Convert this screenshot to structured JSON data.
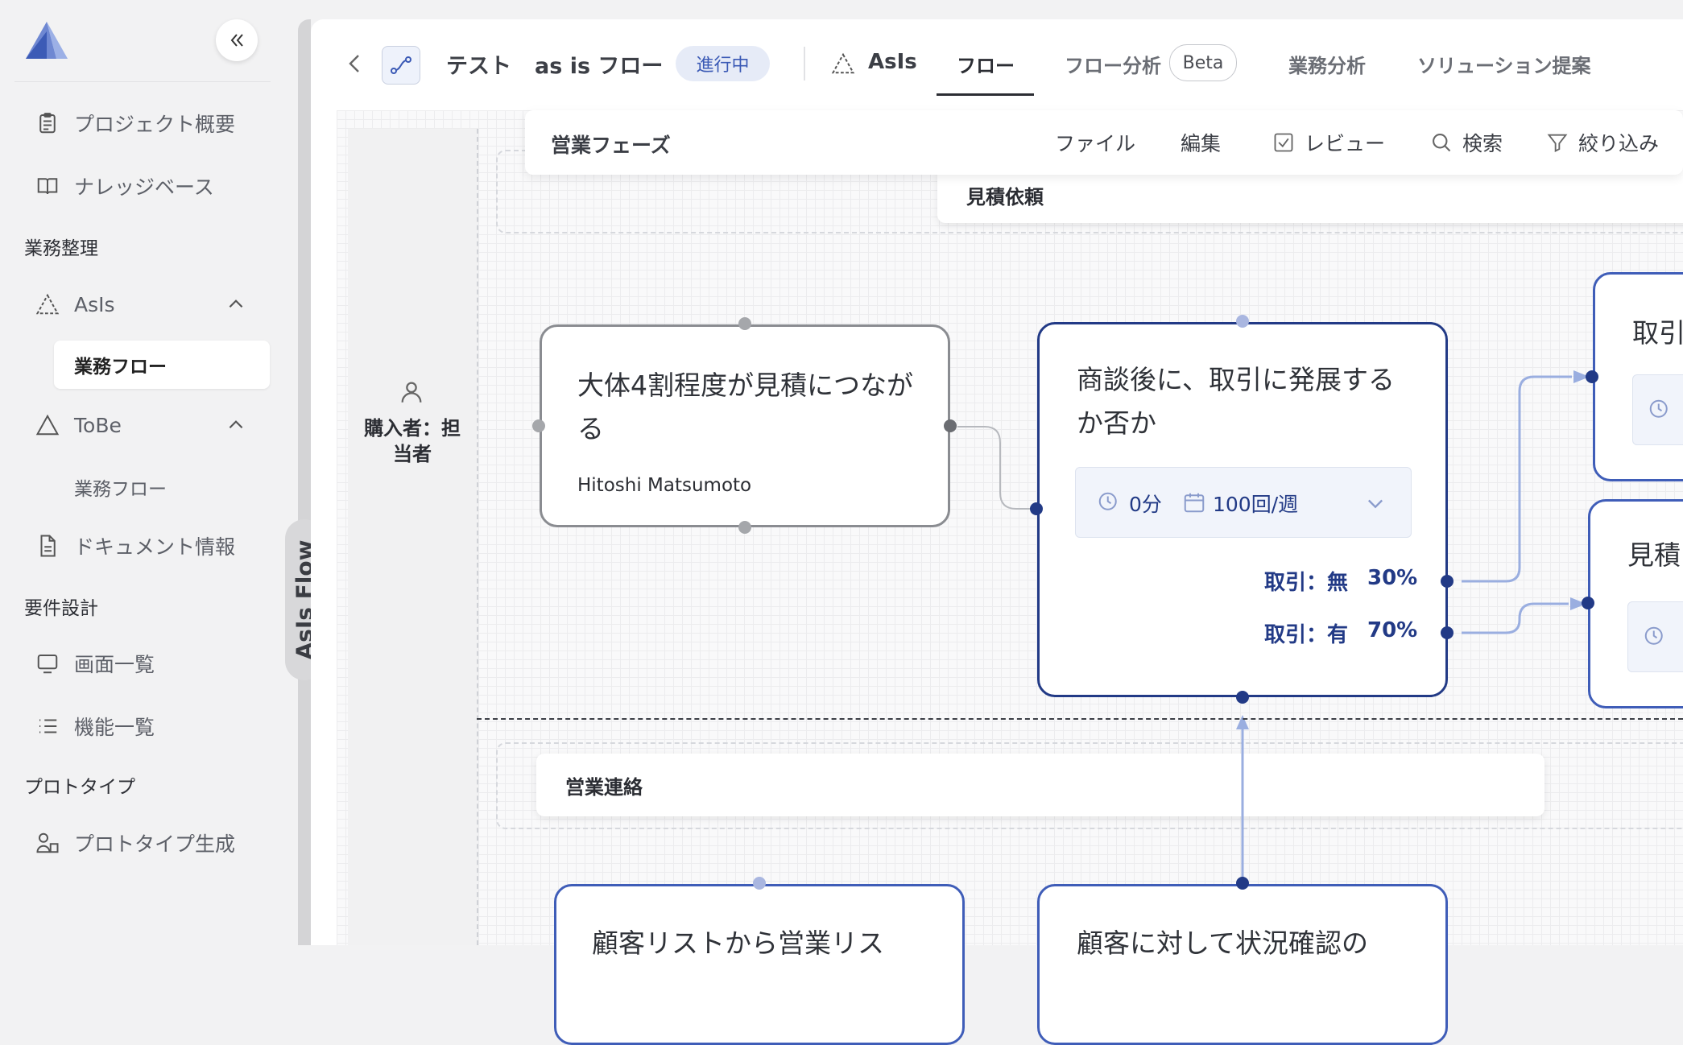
{
  "sidebar": {
    "items": [
      {
        "label": "プロジェクト概要",
        "icon": "clipboard-icon"
      },
      {
        "label": "ナレッジベース",
        "icon": "book-icon"
      }
    ],
    "sections": {
      "gyomu": "業務整理",
      "yoken": "要件設計",
      "proto": "プロトタイプ"
    },
    "asis": {
      "label": "AsIs",
      "sub": "業務フロー"
    },
    "tobe": {
      "label": "ToBe",
      "sub": "業務フロー"
    },
    "document": "ドキュメント情報",
    "screens": "画面一覧",
    "functions": "機能一覧",
    "prototype_gen": "プロトタイプ生成"
  },
  "side_panel_tab": "AsIs Flow",
  "header": {
    "project": "テスト",
    "flow_name": "as is フロー",
    "status": "進行中",
    "asis_label": "AsIs",
    "tabs": [
      "フロー",
      "フロー分析",
      "業務分析",
      "ソリューション提案"
    ],
    "beta": "Beta",
    "active_tab": "フロー"
  },
  "toolbar": {
    "phase": "営業フェーズ",
    "file": "ファイル",
    "edit": "編集",
    "review": "レビュー",
    "search": "検索",
    "filter": "絞り込み"
  },
  "phases": {
    "estimate_request": "見積依頼",
    "sales_contact": "営業連絡"
  },
  "lane": {
    "role": "購入者：担当者"
  },
  "cards": {
    "c1": {
      "title": "大体4割程度が見積につながる",
      "person": "Hitoshi Matsumoto"
    },
    "c2": {
      "title": "商談後に、取引に発展するか否か",
      "time": "0分",
      "frequency": "100回/週",
      "branches": [
        {
          "label": "取引：無",
          "pct": "30%"
        },
        {
          "label": "取引：有",
          "pct": "70%"
        }
      ]
    },
    "c3": {
      "title": "取引"
    },
    "c4": {
      "title": "見積"
    },
    "c5": {
      "title": "顧客リストから営業リス"
    },
    "c6": {
      "title": "顧客に対して状況確認の"
    }
  },
  "colors": {
    "accent": "#223a86",
    "connector": "#9aaee0",
    "status_bg": "#e8edf8"
  }
}
